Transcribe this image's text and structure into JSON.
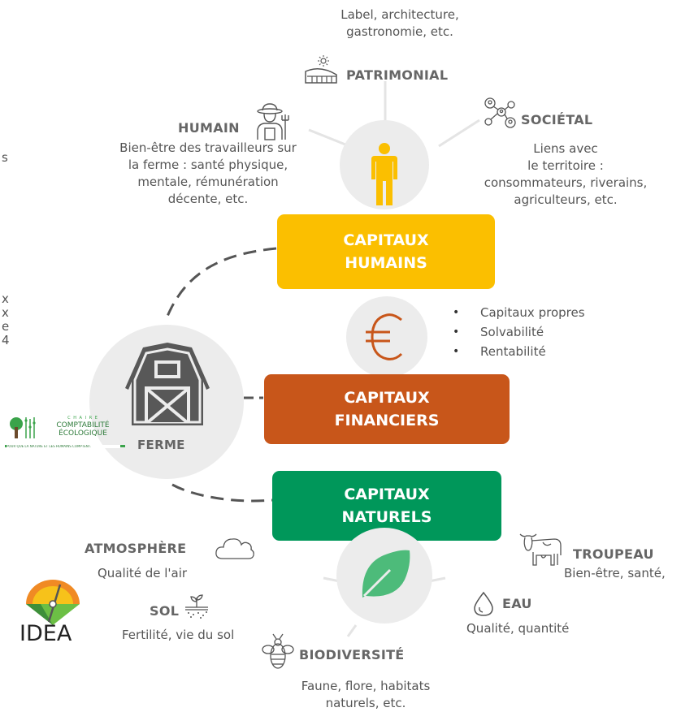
{
  "top": {
    "label_line1": "Label, architecture,",
    "label_line2": "gastronomie, etc.",
    "patrimonial": "PATRIMONIAL"
  },
  "humain": {
    "title": "HUMAIN",
    "lines": [
      "Bien-être des travailleurs sur",
      "la ferme : santé physique,",
      "mentale, rémunération",
      "décente, etc."
    ]
  },
  "societal": {
    "title": "SOCIÉTAL",
    "lines": [
      "Liens avec",
      "le territoire :",
      "consommateurs, riverains,",
      "agriculteurs, etc."
    ]
  },
  "capitaux_humains": {
    "line1": "CAPITAUX",
    "line2": "HUMAINS",
    "color": "#fbbf00"
  },
  "financier_bullets": [
    "Capitaux propres",
    "Solvabilité",
    "Rentabilité"
  ],
  "capitaux_financiers": {
    "line1": "CAPITAUX",
    "line2": "FINANCIERS",
    "color": "#c8561a"
  },
  "ferme": {
    "label": "FERME"
  },
  "chaire": {
    "top": "C H A I R E",
    "line1": "COMPTABILITÉ",
    "line2": "ÉCOLOGIQUE",
    "tagline": "POUR QUE LA NATURE ET LES HUMAINS COMPTENT."
  },
  "capitaux_naturels": {
    "line1": "CAPITAUX",
    "line2": "NATURELS",
    "color": "#00975a"
  },
  "atmosphere": {
    "title": "ATMOSPHÈRE",
    "desc": "Qualité de l'air"
  },
  "sol": {
    "title": "SOL",
    "desc": "Fertilité, vie du sol"
  },
  "biodiversite": {
    "title": "BIODIVERSITÉ",
    "line1": "Faune, flore, habitats",
    "line2": "naturels, etc."
  },
  "eau": {
    "title": "EAU",
    "desc": "Qualité, quantité"
  },
  "troupeau": {
    "title": "TROUPEAU",
    "desc": "Bien-être, santé,"
  },
  "idea": {
    "label": "IDEA"
  },
  "left_fragments": [
    "s",
    "x",
    "x",
    "e",
    "4"
  ],
  "icons": [
    "patrimonial-icon",
    "farmer-icon",
    "network-icon",
    "person-icon",
    "euro-icon",
    "barn-icon",
    "leaf-icon",
    "cloud-icon",
    "seedling-icon",
    "bee-icon",
    "drop-icon",
    "cow-icon"
  ]
}
